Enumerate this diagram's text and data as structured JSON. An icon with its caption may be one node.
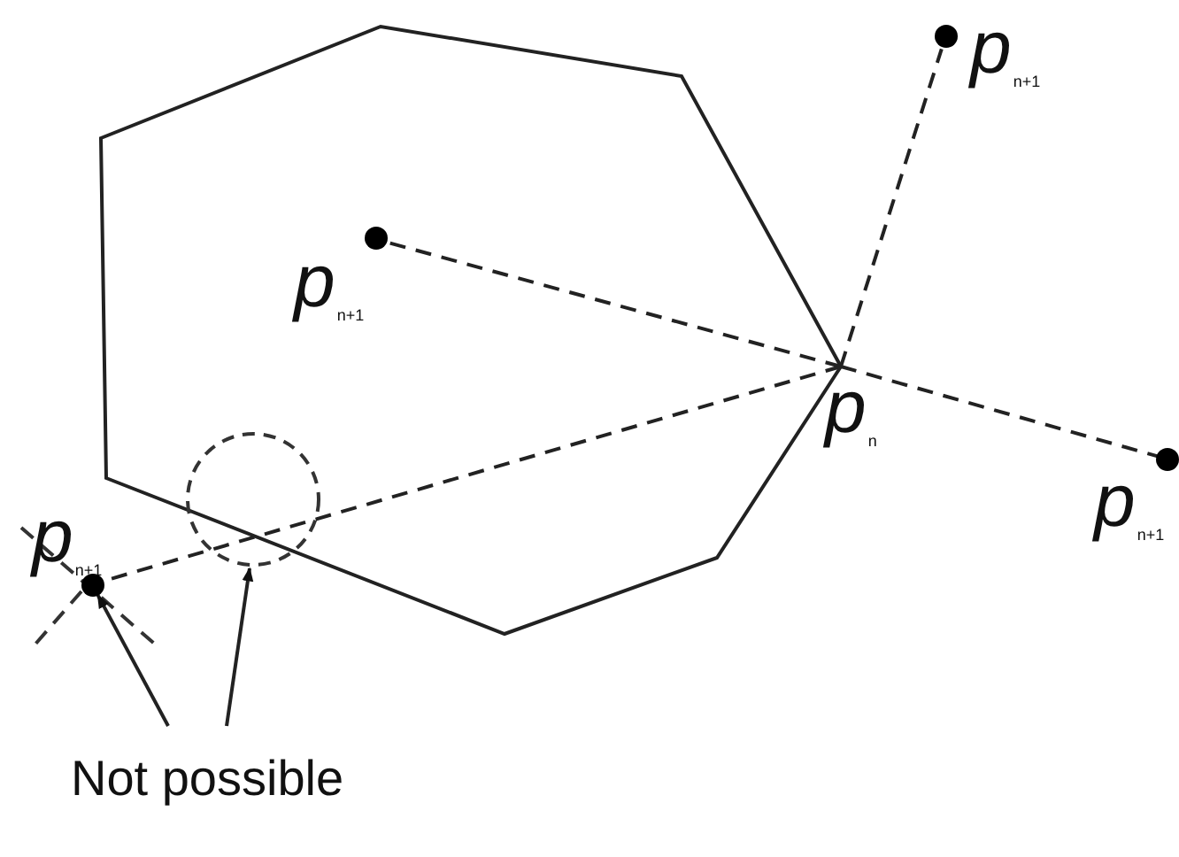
{
  "diagram": {
    "nodes": [
      {
        "text": [
          "*p*$_{n}$"
        ]
      },
      {
        "text": [
          "*p*$_{n+1}$"
        ]
      },
      {
        "text": [
          "*p*$_{n+1}$"
        ]
      },
      {
        "text": [
          "*p*$_{n+1}$"
        ]
      },
      {
        "text": [
          "*p*$_{n+1}$"
        ]
      },
      {
        "text": [
          "Not possible"
        ]
      }
    ],
    "edges": [
      {
        "from": 0,
        "to": 1,
        "arrow": "none",
        "style": "dashed"
      },
      {
        "from": 0,
        "to": 2,
        "arrow": "none",
        "style": "dashed"
      },
      {
        "from": 0,
        "to": 3,
        "arrow": "none",
        "style": "dashed"
      },
      {
        "from": 0,
        "to": 4,
        "arrow": "none",
        "style": "dashed"
      },
      {
        "from": 5,
        "to": 4,
        "arrow": "to"
      },
      {
        "from": 5,
        "to": null,
        "arrow": "to"
      }
    ]
  }
}
